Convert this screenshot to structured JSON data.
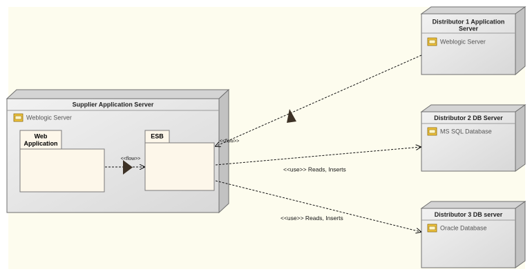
{
  "diagram": {
    "nodes": [
      {
        "id": "supplier",
        "title": "Supplier Application Server",
        "artifact": "Weblogic Server",
        "packages": [
          {
            "id": "web",
            "title_lines": [
              "Web",
              "Application"
            ]
          },
          {
            "id": "esb",
            "title_lines": [
              "ESB"
            ]
          }
        ]
      },
      {
        "id": "dist1",
        "title_lines": [
          "Distributor 1 Application",
          "Server"
        ],
        "artifact": "Weblogic Server"
      },
      {
        "id": "dist2",
        "title_lines": [
          "Distributor 2 DB Server"
        ],
        "artifact": "MS SQL Database"
      },
      {
        "id": "dist3",
        "title_lines": [
          "Distributor 3 DB server"
        ],
        "artifact": "Oracle Database"
      }
    ],
    "connectors": [
      {
        "id": "web-esb",
        "from": "web",
        "to": "esb",
        "label": "<<flow>>"
      },
      {
        "id": "dist1-esb",
        "from": "dist1",
        "to": "esb",
        "label": "<<flow>>"
      },
      {
        "id": "esb-dist2",
        "from": "esb",
        "to": "dist2",
        "label": "<<use>> Reads, Inserts"
      },
      {
        "id": "esb-dist3",
        "from": "esb",
        "to": "dist3",
        "label": "<<use>> Reads, Inserts"
      }
    ],
    "colors": {
      "canvas": "#fdfcee",
      "node_front": "#e6e6e6",
      "node_top": "#d4d4d4",
      "node_side": "#c2c2c2",
      "node_border": "#6e6e6e",
      "package_fill": "#fdf7ea",
      "package_border": "#7a7a7a",
      "artifact_icon": "#f2c53d",
      "flow_arrowhead": "#3d3226"
    }
  }
}
